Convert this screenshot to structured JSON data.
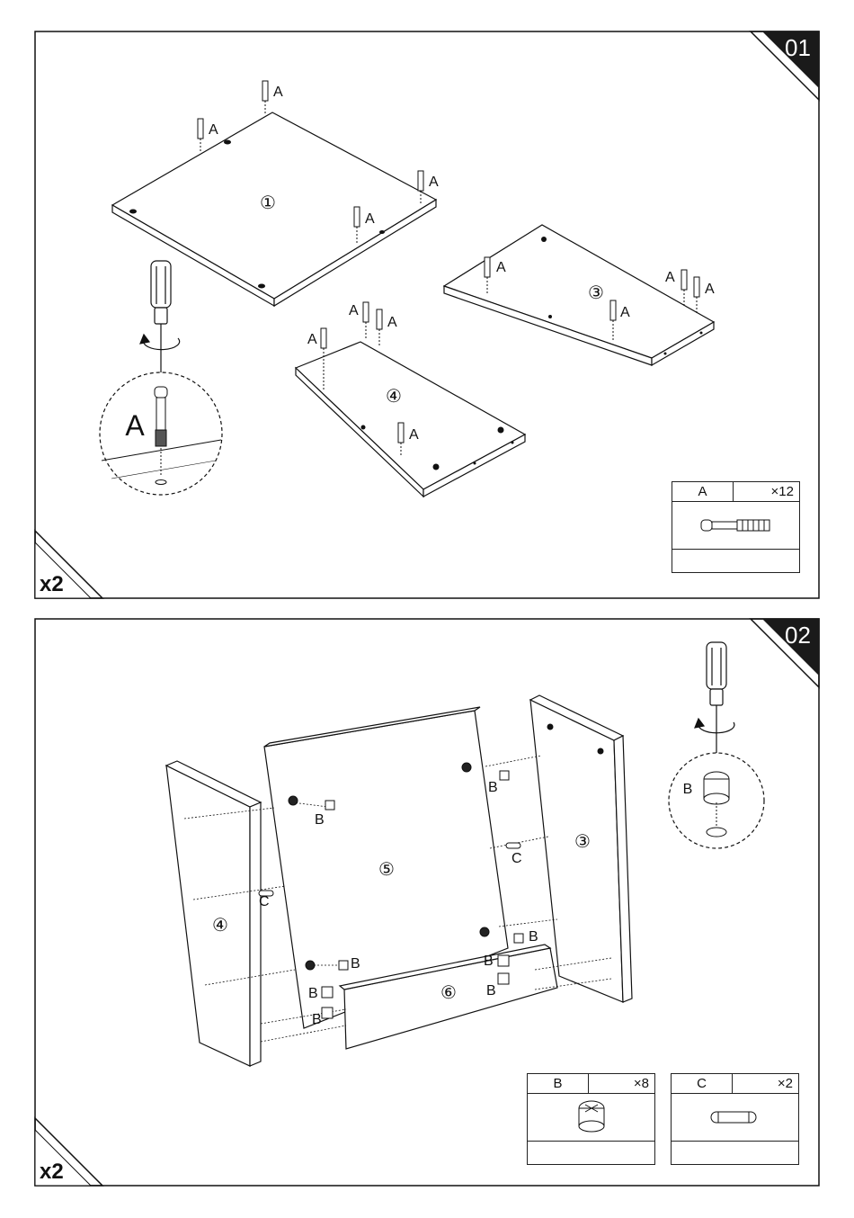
{
  "steps": [
    {
      "number": "01",
      "multiplier": "x2",
      "panels": [
        "①",
        "③",
        "④"
      ],
      "callout_letter": "A",
      "part_label": "A",
      "parts_table": [
        {
          "part": "A",
          "qty": "×12",
          "icon": "cam-bolt-icon"
        }
      ]
    },
    {
      "number": "02",
      "multiplier": "x2",
      "panels": [
        "③",
        "④",
        "⑤",
        "⑥"
      ],
      "callout_letter": "B",
      "labels": {
        "b": "B",
        "c": "C"
      },
      "parts_table": [
        {
          "part": "B",
          "qty": "×8",
          "icon": "cam-lock-icon"
        },
        {
          "part": "C",
          "qty": "×2",
          "icon": "wood-dowel-icon"
        }
      ]
    }
  ],
  "colors": {
    "ink": "#111111",
    "badge": "#1a1a1a",
    "paper": "#ffffff"
  }
}
